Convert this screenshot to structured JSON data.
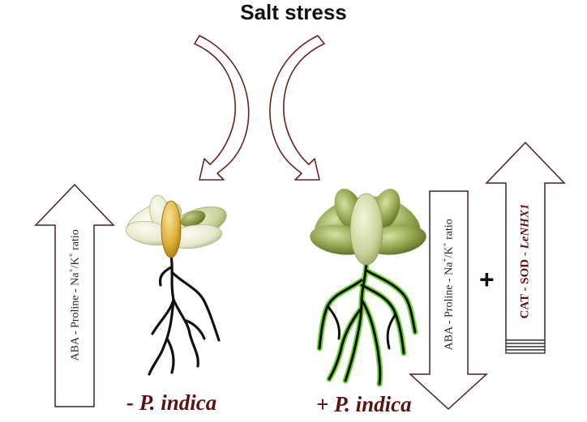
{
  "title": "Salt stress",
  "left_label": "- P. indica",
  "right_label": "+ P. indica",
  "plus": "+",
  "left_arrow": {
    "direction": "up",
    "parts": [
      {
        "text": "ABA - Proline - Na"
      },
      {
        "text": "+",
        "sup": true
      },
      {
        "text": "/K"
      },
      {
        "text": "+",
        "sup": true
      },
      {
        "text": " ratio"
      }
    ]
  },
  "right_down_arrow": {
    "direction": "down",
    "parts": [
      {
        "text": "ABA - Proline - Na"
      },
      {
        "text": "+",
        "sup": true
      },
      {
        "text": "/K"
      },
      {
        "text": "+",
        "sup": true
      },
      {
        "text": " ratio"
      }
    ]
  },
  "right_up_arrow": {
    "direction": "up",
    "parts": [
      {
        "text": "CAT - SOD - "
      },
      {
        "text": "LeNHX1",
        "italic": true
      }
    ]
  },
  "colors": {
    "arrow_outline": "#6b2020",
    "label_red": "#5a1313",
    "leaf_green": "#8ea04a",
    "leaf_yellow": "#d7a530",
    "root_black": "#111111",
    "root_green": "#6fd43a"
  }
}
